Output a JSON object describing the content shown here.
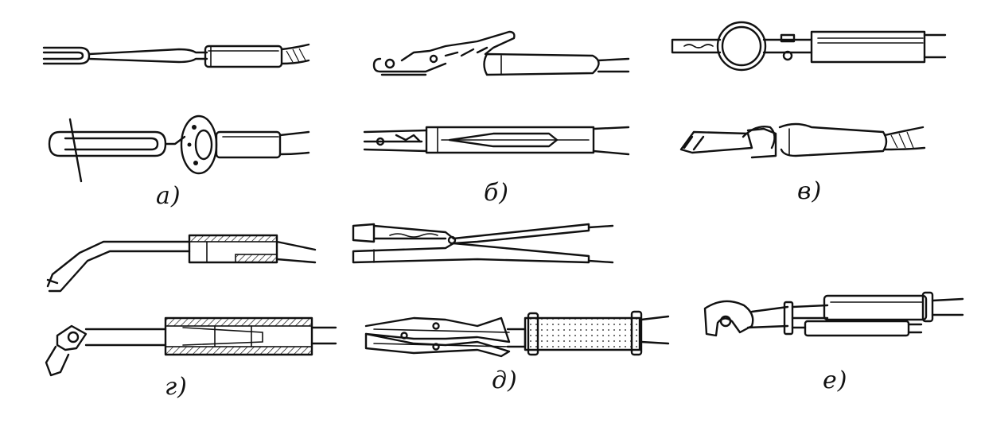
{
  "figure": {
    "labels": {
      "a": "а)",
      "b": "б)",
      "v": "в)",
      "g": "г)",
      "d": "д)",
      "e": "е)"
    },
    "ink_color": "#111111",
    "background_color": "#ffffff"
  }
}
